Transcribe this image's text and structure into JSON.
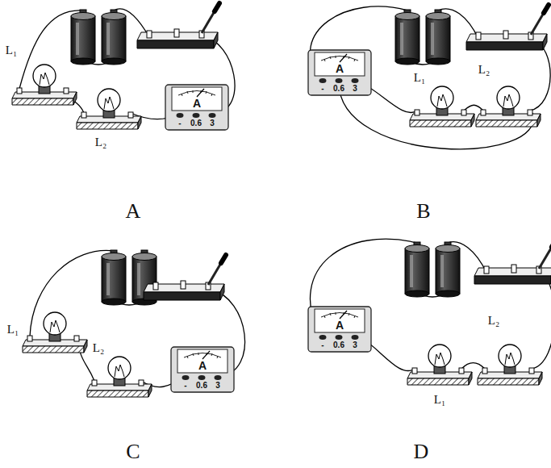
{
  "diagram": {
    "labels": [
      "L₁",
      "L₂",
      "A",
      "-",
      "0.6",
      "3",
      "A",
      "A",
      "-",
      "0.6",
      "3",
      "L₁",
      "L₂",
      "B",
      "L₁",
      "L₂",
      "A",
      "-",
      "0.6",
      "3",
      "C",
      "A",
      "-",
      "0.6",
      "3",
      "L₂",
      "L₁",
      "D"
    ]
  }
}
